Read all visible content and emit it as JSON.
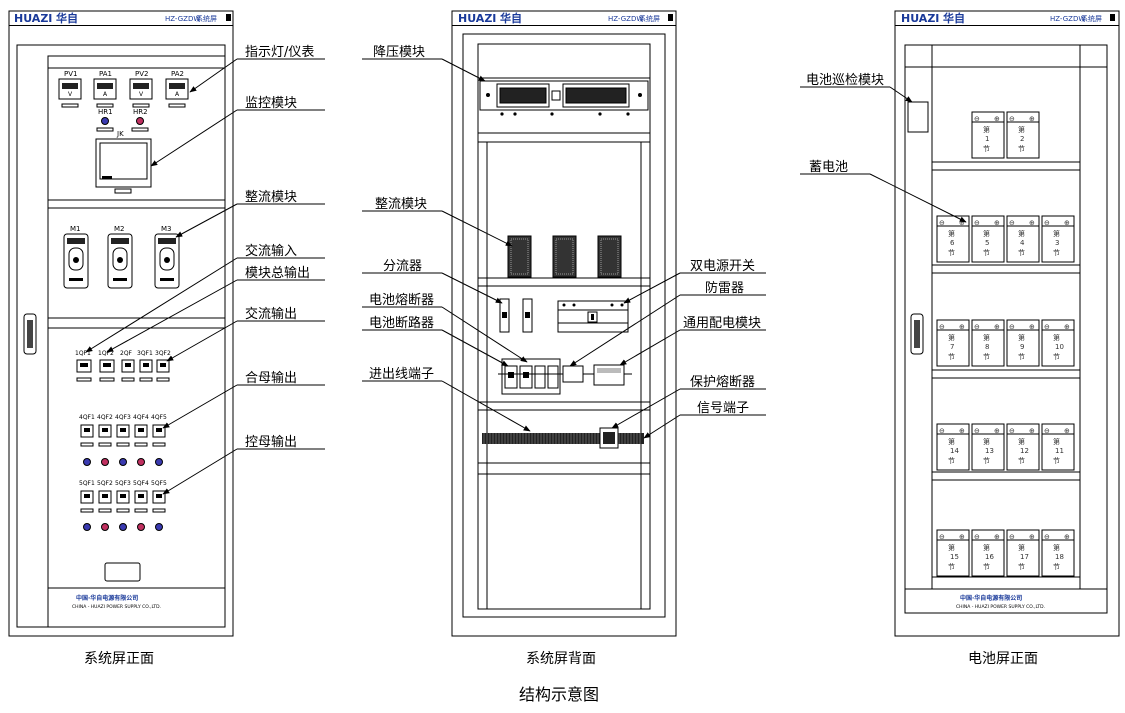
{
  "title": "结构示意图",
  "brand": {
    "logo": "HUAZI",
    "logo_cn": "华自",
    "model": "HZ-GZDW",
    "model_suffix": "系统屏",
    "footer_cn": "中国·华自电源有限公司",
    "footer_en": "CHINA - HUAZI POWER SUPPLY CO.,LTD."
  },
  "panels": {
    "front": {
      "caption": "系统屏正面",
      "meters": [
        "PV1",
        "PA1",
        "PV2",
        "PA2"
      ],
      "meter_units": [
        "V",
        "A",
        "V",
        "A"
      ],
      "lamps": [
        "HR1",
        "HR2"
      ],
      "jk": "JK",
      "modules": [
        "M1",
        "M2",
        "M3"
      ],
      "row1": [
        "1QF1",
        "1QF2",
        "2QF",
        "3QF1",
        "3QF2"
      ],
      "row2": [
        "4QF1",
        "4QF2",
        "4QF3",
        "4QF4",
        "4QF5"
      ],
      "row3": [
        "5QF1",
        "5QF2",
        "5QF3",
        "5QF4",
        "5QF5"
      ]
    },
    "back": {
      "caption": "系统屏背面"
    },
    "battery": {
      "caption": "电池屏正面",
      "cell_prefix": "第",
      "cell_suffix": "节",
      "rows": [
        [
          1,
          2
        ],
        [
          6,
          5,
          4,
          3
        ],
        [
          7,
          8,
          9,
          10
        ],
        [
          14,
          13,
          12,
          11
        ],
        [
          15,
          16,
          17,
          18
        ]
      ]
    }
  },
  "labels": {
    "front": [
      "指示灯/仪表",
      "监控模块",
      "整流模块",
      "交流输入",
      "模块总输出",
      "交流输出",
      "合母输出",
      "控母输出"
    ],
    "back_left": [
      "降压模块",
      "整流模块",
      "分流器",
      "电池熔断器",
      "电池断路器",
      "进出线端子"
    ],
    "back_right": [
      "双电源开关",
      "防雷器",
      "通用配电模块",
      "保护熔断器",
      "信号端子"
    ],
    "battery": [
      "电池巡检模块",
      "蓄电池"
    ]
  }
}
